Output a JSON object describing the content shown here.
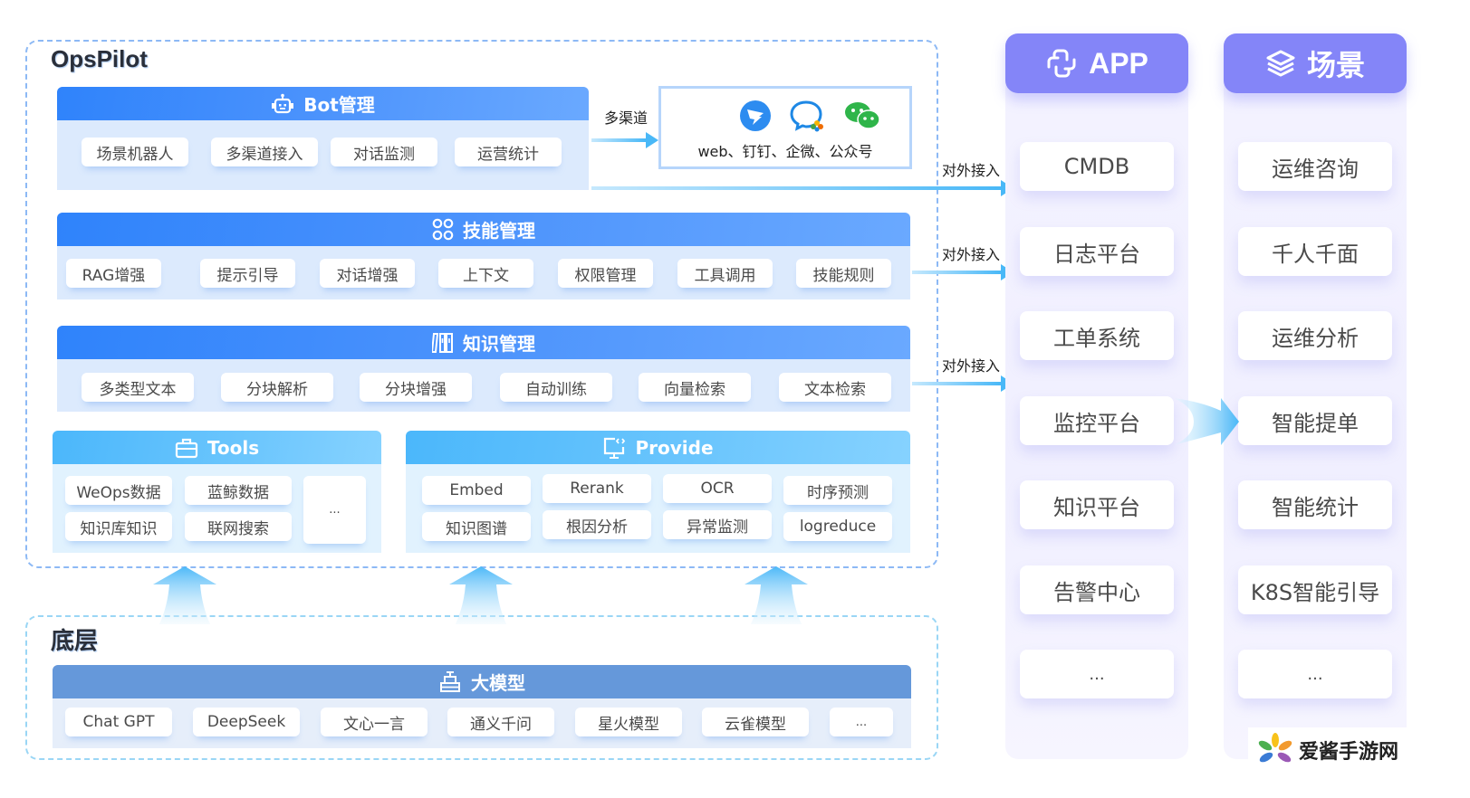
{
  "title": "OpsPilot",
  "bottom_title": "底层",
  "bot": {
    "header": "Bot管理",
    "icon": "robot-icon",
    "items": [
      "场景机器人",
      "多渠道接入",
      "对话监测",
      "运营统计"
    ]
  },
  "channels": {
    "arrow_label": "多渠道",
    "icons": [
      "dingtalk-icon",
      "wecom-icon",
      "wechat-icon"
    ],
    "text": "web、钉钉、企微、公众号"
  },
  "skills": {
    "header": "技能管理",
    "icon": "grid-dots-icon",
    "items": [
      "RAG增强",
      "提示引导",
      "对话增强",
      "上下文",
      "权限管理",
      "工具调用",
      "技能规则"
    ]
  },
  "knowledge": {
    "header": "知识管理",
    "icon": "books-icon",
    "items": [
      "多类型文本",
      "分块解析",
      "分块增强",
      "自动训练",
      "向量检索",
      "文本检索"
    ]
  },
  "tools": {
    "header": "Tools",
    "icon": "toolbox-icon",
    "items": [
      "WeOps数据",
      "蓝鲸数据",
      "知识库知识",
      "联网搜索",
      "..."
    ]
  },
  "provide": {
    "header": "Provide",
    "icon": "monitor-code-icon",
    "items": [
      "Embed",
      "Rerank",
      "OCR",
      "时序预测",
      "知识图谱",
      "根因分析",
      "异常监测",
      "logreduce"
    ]
  },
  "models": {
    "header": "大模型",
    "icon": "model-stack-icon",
    "items": [
      "Chat GPT",
      "DeepSeek",
      "文心一言",
      "通义千问",
      "星火模型",
      "云雀模型",
      "..."
    ]
  },
  "external_label": "对外接入",
  "app": {
    "header": "APP",
    "icon": "app-link-icon",
    "items": [
      "CMDB",
      "日志平台",
      "工单系统",
      "监控平台",
      "知识平台",
      "告警中心",
      "..."
    ]
  },
  "scene": {
    "header": "场景",
    "icon": "layers-icon",
    "items": [
      "运维咨询",
      "千人千面",
      "运维分析",
      "智能提单",
      "智能统计",
      "K8S智能引导",
      "..."
    ]
  },
  "watermark": "爱酱手游网",
  "colors": {
    "panel_blue": "#2f83fb",
    "panel_light_blue": "#4bb7fb",
    "model_blue": "#6598da",
    "column_purple": "#8485f8",
    "arrow_cyan": "#49b8f7"
  }
}
